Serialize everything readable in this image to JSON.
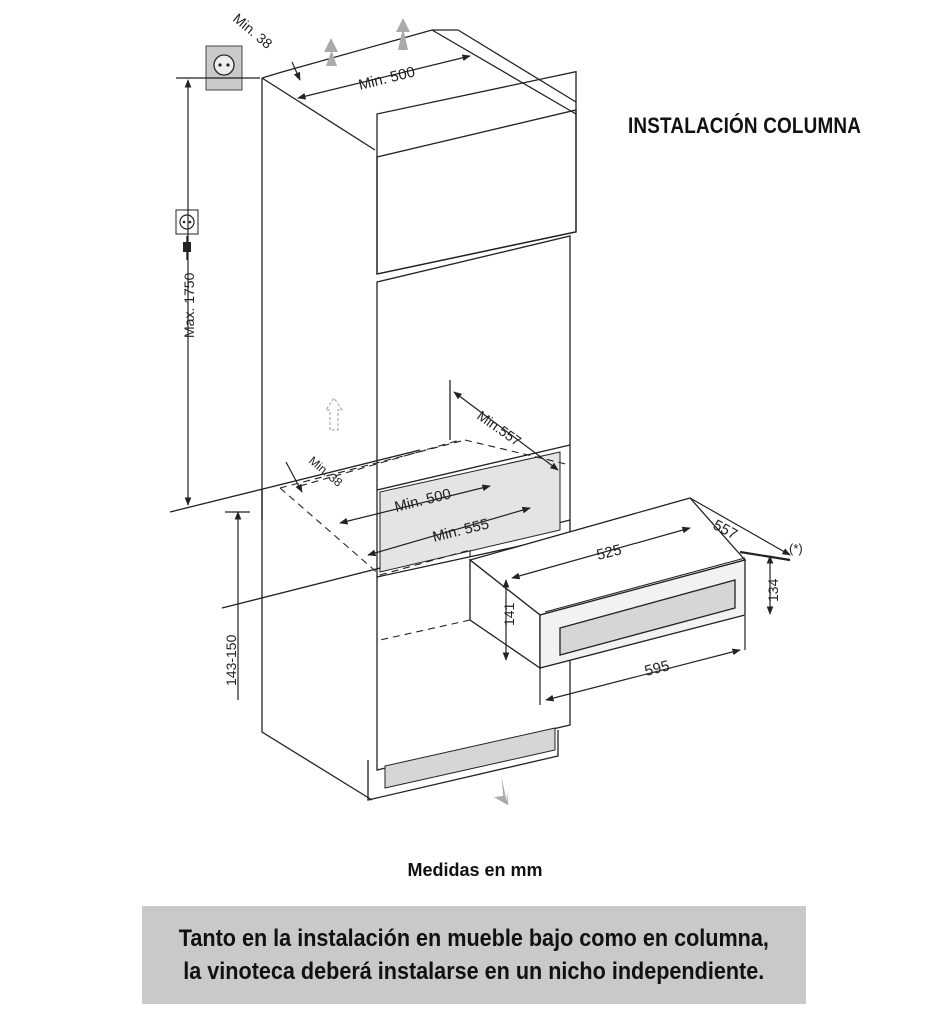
{
  "title": "INSTALACIÓN COLUMNA",
  "units_note": "Medidas en mm",
  "info_box": {
    "line1": "Tanto en la instalación en mueble bajo como en columna,",
    "line2": "la vinoteca deberá instalarse en un nicho independiente."
  },
  "dimensions": {
    "top_min38": "Min. 38",
    "top_min500": "Min. 500",
    "max1750": "Max. 1750",
    "min557": "Min.557",
    "niche_min38": "Min. 38",
    "niche_min500": "Min. 500",
    "niche_min555": "Min. 555",
    "height_143_150": "143-150",
    "depth_557": "557",
    "asterisk": "(*)",
    "depth_525": "525",
    "height_141": "141",
    "height_134": "134",
    "width_595": "595"
  },
  "icons": [
    "socket-icon",
    "plug-icon",
    "ventilation-arrow-icon"
  ],
  "colors": {
    "line": "#222222",
    "note_bg": "#c9c9c9",
    "glass": "#d6d6d6",
    "arrow": "#aaaaaa"
  }
}
